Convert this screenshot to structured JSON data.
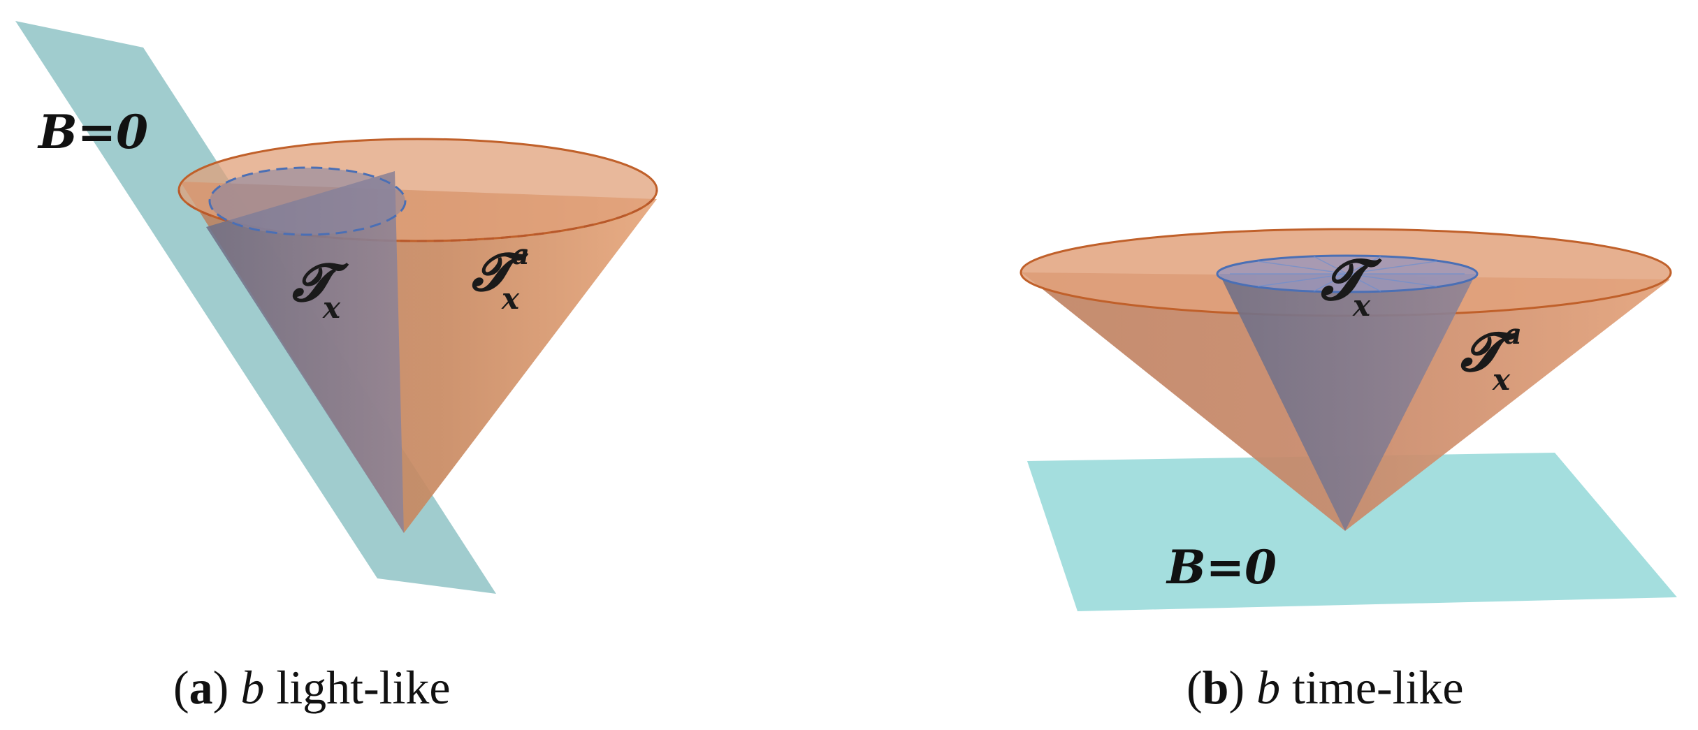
{
  "panels": [
    {
      "plane_label": "B=0",
      "inner_cone_label": "𝓣",
      "inner_cone_sub": "x",
      "outer_cone_label": "𝓣",
      "outer_cone_sub": "x",
      "outer_cone_sup": "a",
      "caption_tag": "a",
      "caption_var": "b",
      "caption_text": "light-like"
    },
    {
      "plane_label": "B=0",
      "inner_cone_label": "𝓣",
      "inner_cone_sub": "x",
      "outer_cone_label": "𝓣",
      "outer_cone_sub": "x",
      "outer_cone_sup": "a",
      "caption_tag": "b",
      "caption_var": "b",
      "caption_text": "time-like"
    }
  ],
  "colors": {
    "plane": "#8fc3c6",
    "plane_b": "#9fdcdc",
    "outer_cone": "#d98a5a",
    "outer_rim": "#c0602a",
    "inner_cone": "#7d7a93",
    "inner_rim": "#4a6fb5"
  }
}
